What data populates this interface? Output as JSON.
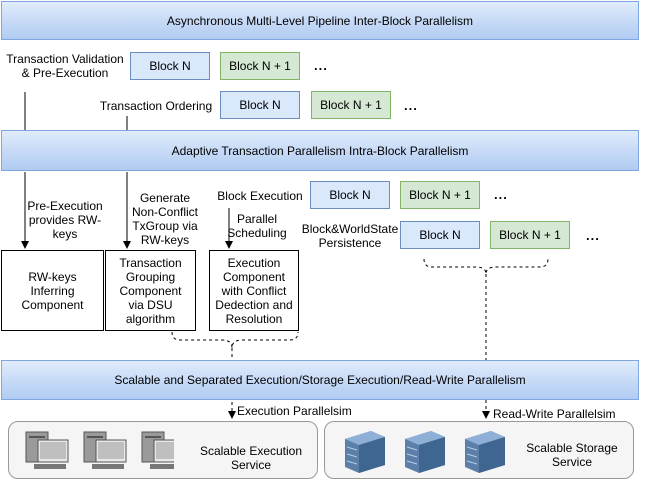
{
  "banners": {
    "top": "Asynchronous Multi-Level Pipeline Inter-Block Parallelism",
    "middle": "Adaptive Transaction Parallelism Intra-Block Parallelism",
    "bottom": "Scalable and Separated Execution/Storage Execution/Read-Write Parallelism"
  },
  "stages": {
    "validation": "Transaction Validation\n& Pre-Execution",
    "ordering": "Transaction Ordering",
    "execution": "Block Execution",
    "persistence": "Block&WorldState\nPersistence"
  },
  "blocks": {
    "n": "Block N",
    "n_plus_1": "Block N + 1",
    "ellipsis": "..."
  },
  "edge_labels": {
    "pre_exec": "Pre-Execution\nprovides RW-\nkeys",
    "generate": "Generate\nNon-Conflict\nTxGroup via\nRW-keys",
    "parallel": "Parallel\nScheduling"
  },
  "components": {
    "rw_keys": "RW-keys\nInferring\nComponent",
    "grouping": "Transaction\nGrouping\nComponent\nvia DSU\nalgorithm",
    "execution": "Execution\nComponent\nwith Conflict\nDedection and\nResolution"
  },
  "services": {
    "exec_label": "Execution Parallelsim",
    "rw_label": "Read-Write Parallelsim",
    "exec_service": "Scalable Execution\nService",
    "storage_service": "Scalable Storage\nService"
  },
  "colors": {
    "banner_border": "#7ea6e0",
    "block_blue": "#dae8fc",
    "block_green": "#d5e8d4"
  }
}
